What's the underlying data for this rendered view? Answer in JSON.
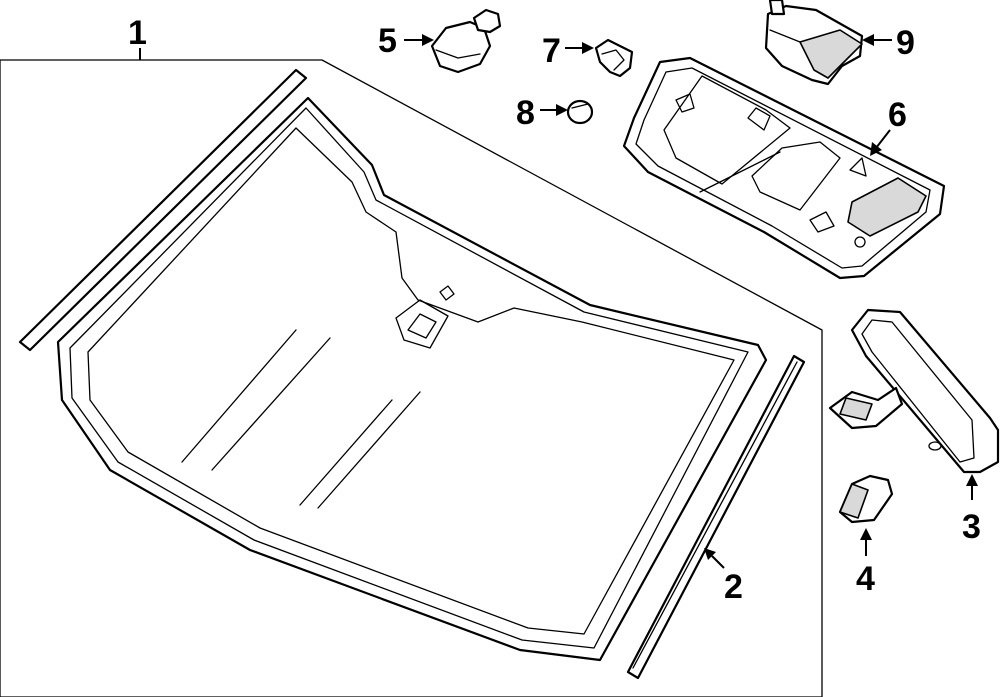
{
  "diagram": {
    "callouts": [
      {
        "label": "1",
        "part": "windshield-glass"
      },
      {
        "label": "2",
        "part": "molding"
      },
      {
        "label": "3",
        "part": "rear-view-mirror"
      },
      {
        "label": "4",
        "part": "mirror-cover"
      },
      {
        "label": "5",
        "part": "rain-sensor"
      },
      {
        "label": "6",
        "part": "overhead-console"
      },
      {
        "label": "7",
        "part": "clip"
      },
      {
        "label": "8",
        "part": "plug"
      },
      {
        "label": "9",
        "part": "bracket"
      }
    ]
  }
}
